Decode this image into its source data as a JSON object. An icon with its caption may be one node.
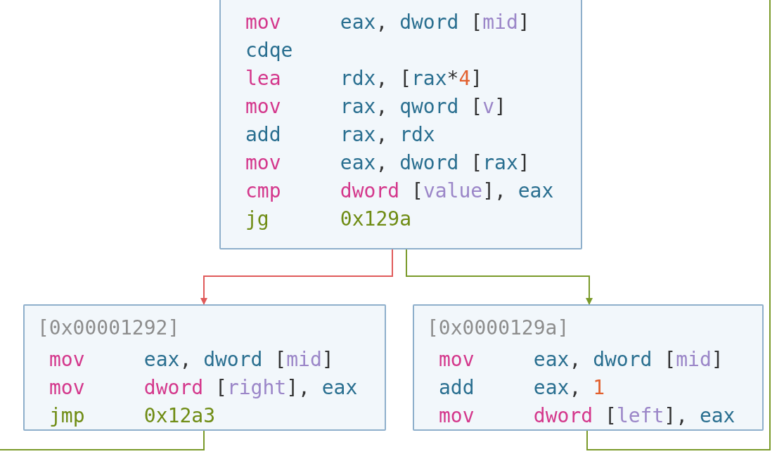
{
  "diagram": {
    "nodes": [
      {
        "text": [
          "mov eax, dword [mid]",
          "cdqe",
          "lea rdx, [rax*4]",
          "mov rax, qword [v]",
          "add rax, rdx",
          "mov eax, dword [rax]",
          "cmp dword [value], eax",
          "jg 0x129a"
        ]
      },
      {
        "text": [
          "[0x00001292]",
          "mov eax, dword [mid]",
          "mov dword [right], eax",
          "jmp 0x12a3"
        ]
      },
      {
        "text": [
          "[0x0000129a]",
          "mov eax, dword [mid]",
          "add eax, 1",
          "mov dword [left], eax"
        ]
      }
    ],
    "edges": [
      {
        "from": 0,
        "to": 1,
        "arrow": "to",
        "color": "#e05a5a"
      },
      {
        "from": 0,
        "to": 2,
        "arrow": "to"
      },
      {
        "from": 1,
        "to": null,
        "arrow": "none"
      },
      {
        "from": 2,
        "to": null,
        "arrow": "none"
      }
    ]
  }
}
